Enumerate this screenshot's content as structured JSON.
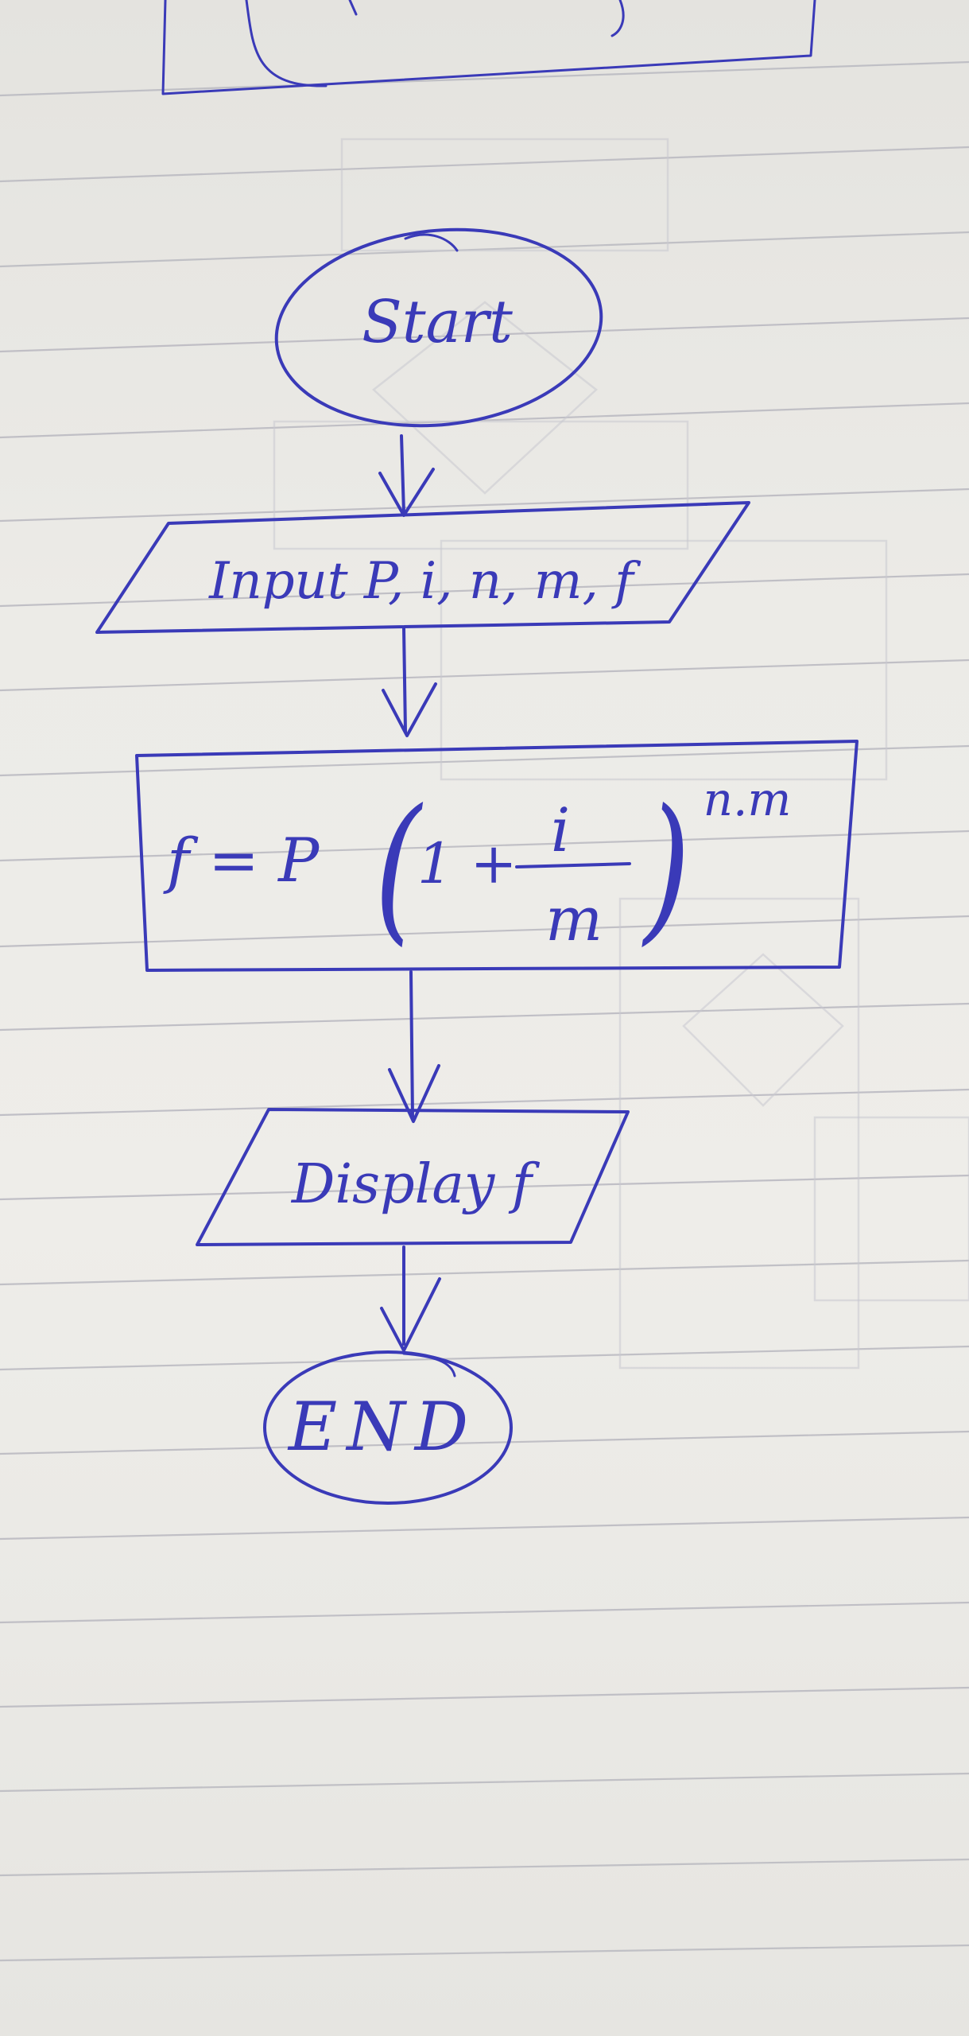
{
  "flowchart": {
    "start": {
      "label": "Start"
    },
    "input": {
      "label": "Input P, i, n, m, f"
    },
    "process": {
      "lhs": "f = P",
      "open": "(",
      "one_plus": "1 +",
      "numerator": "i",
      "denominator": "m",
      "close": ")",
      "exponent": "n.m"
    },
    "output": {
      "label": "Display f"
    },
    "end": {
      "label": "END"
    }
  }
}
